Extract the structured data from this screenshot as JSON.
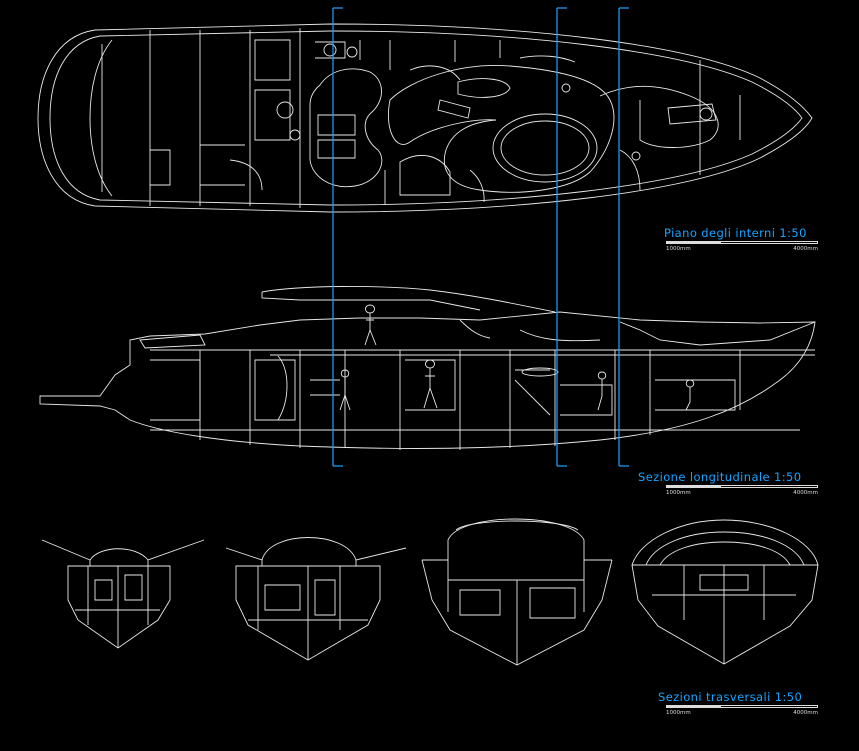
{
  "captions": {
    "plan": {
      "title": "Piano degli interni 1:50",
      "scale_min": "1000mm",
      "scale_max": "4000mm"
    },
    "longitudinal": {
      "title": "Sezione longitudinale 1:50",
      "scale_min": "1000mm",
      "scale_max": "4000mm"
    },
    "transverse": {
      "title": "Sezioni trasversali 1:50",
      "scale_min": "1000mm",
      "scale_max": "4000mm"
    }
  },
  "colors": {
    "background": "#000000",
    "line": "#e8e8e8",
    "accent": "#1aa3ff"
  }
}
